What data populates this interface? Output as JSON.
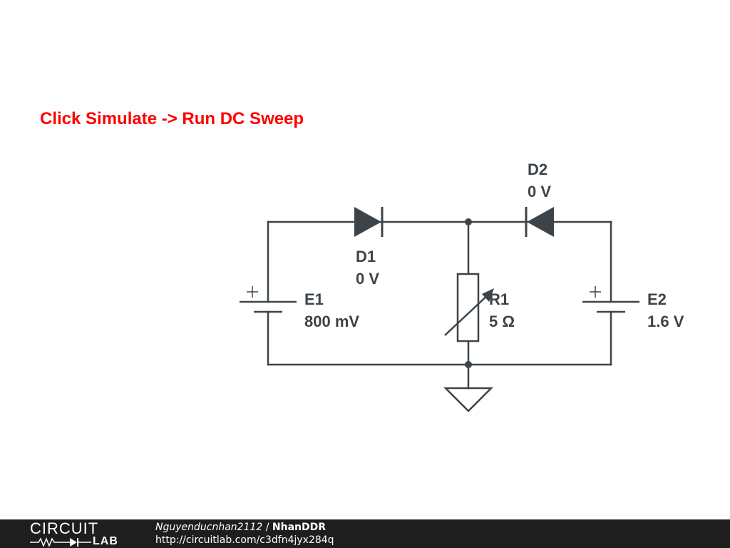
{
  "instruction": "Click Simulate -> Run DC Sweep",
  "components": {
    "d1": {
      "name": "D1",
      "value": "0 V"
    },
    "d2": {
      "name": "D2",
      "value": "0 V"
    },
    "e1": {
      "name": "E1",
      "value": "800 mV",
      "polarity": "+"
    },
    "e2": {
      "name": "E2",
      "value": "1.6 V",
      "polarity": "+"
    },
    "r1": {
      "name": "R1",
      "value": "5 Ω"
    }
  },
  "colors": {
    "wire": "#3c4449",
    "instruction": "#ff0000",
    "footer_bg": "#1e1e1e"
  },
  "footer": {
    "logo_top": "CIRCUIT",
    "logo_bottom": "LAB",
    "user": "Nguyenducnhan2112",
    "separator": " / ",
    "project": "NhanDDR",
    "url": "http://circuitlab.com/c3dfn4jyx284q"
  }
}
